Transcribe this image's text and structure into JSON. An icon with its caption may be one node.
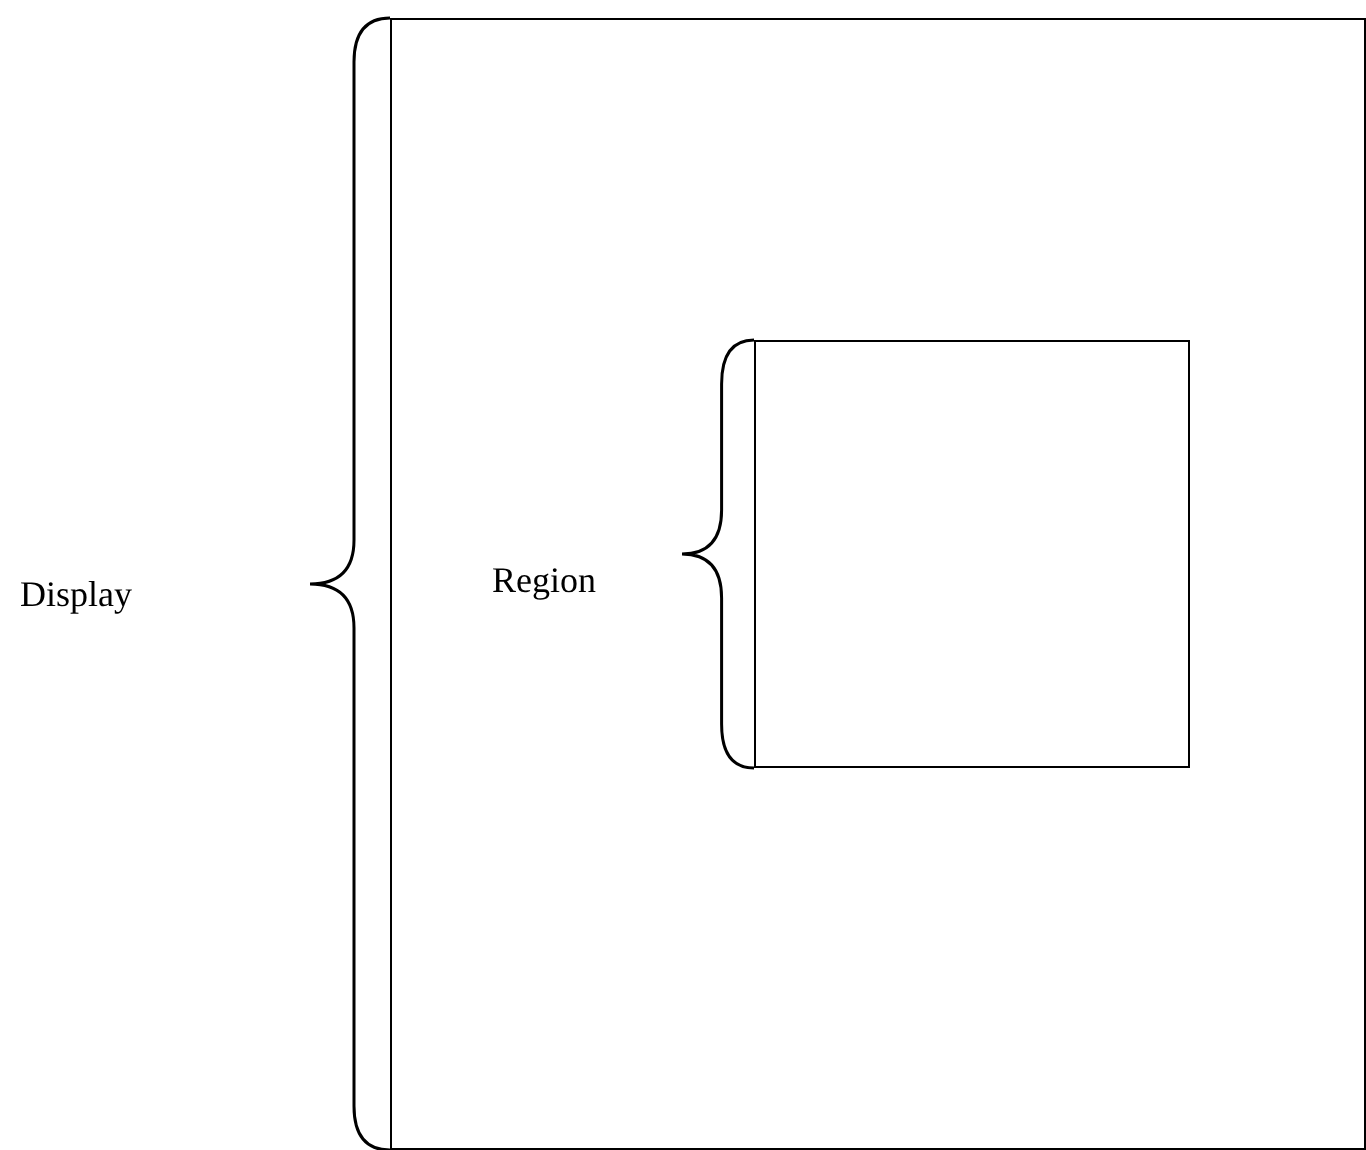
{
  "diagram": {
    "nodes": [
      {
        "text": [
          "Display"
        ]
      },
      {
        "text": [
          "Region"
        ],
        "in": 0
      }
    ],
    "edges": []
  }
}
